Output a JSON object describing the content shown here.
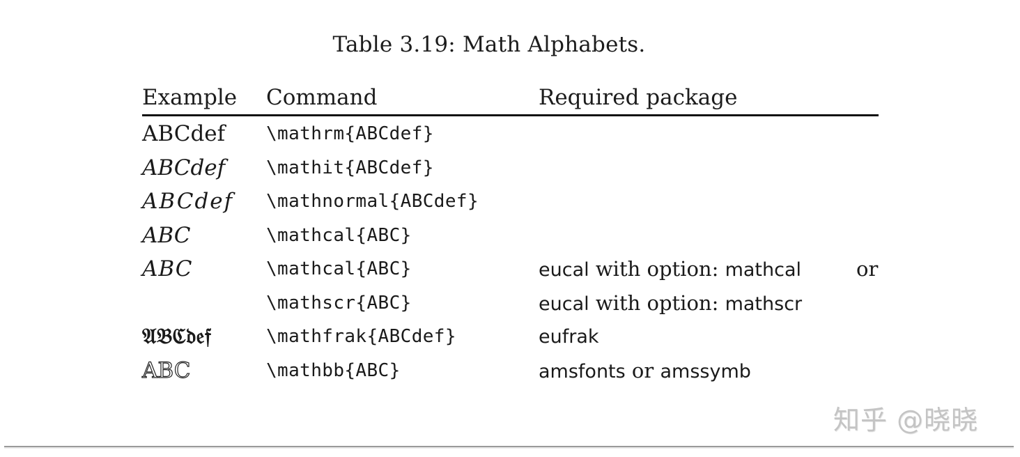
{
  "caption": "Table 3.19: Math Alphabets.",
  "table": {
    "headers": {
      "example": "Example",
      "command": "Command",
      "package": "Required package"
    },
    "rows": [
      {
        "example": "ABCdef",
        "example_style": "roman",
        "command": "\\mathrm{ABCdef}",
        "package": [],
        "trailing": ""
      },
      {
        "example": "ABCdef",
        "example_style": "text-italic",
        "command": "\\mathit{ABCdef}",
        "package": [],
        "trailing": ""
      },
      {
        "example": "ABCdef",
        "example_style": "math-italic",
        "command": "\\mathnormal{ABCdef}",
        "package": [],
        "trailing": ""
      },
      {
        "example": "ABC",
        "example_style": "calligraphic",
        "command": "\\mathcal{ABC}",
        "package": [],
        "trailing": ""
      },
      {
        "example": "ABC",
        "example_style": "euler-script",
        "command": "\\mathcal{ABC}",
        "package": [
          {
            "text": "eucal",
            "font": "sans"
          },
          {
            "text": " with option: ",
            "font": "serif"
          },
          {
            "text": "mathcal",
            "font": "sans"
          }
        ],
        "trailing": "or"
      },
      {
        "example": "",
        "example_style": "",
        "command": "\\mathscr{ABC}",
        "package": [
          {
            "text": "eucal",
            "font": "sans"
          },
          {
            "text": " with option: ",
            "font": "serif"
          },
          {
            "text": "mathscr",
            "font": "sans"
          }
        ],
        "trailing": ""
      },
      {
        "example": "𝔄𝔅ℭ𝔡𝔢𝔣",
        "example_style": "fraktur",
        "command": "\\mathfrak{ABCdef}",
        "package": [
          {
            "text": "eufrak",
            "font": "sans"
          }
        ],
        "trailing": ""
      },
      {
        "example": "ABC",
        "example_style": "blackboard",
        "command": "\\mathbb{ABC}",
        "package": [
          {
            "text": "amsfonts",
            "font": "sans"
          },
          {
            "text": " or ",
            "font": "serif"
          },
          {
            "text": "amssymb",
            "font": "sans"
          }
        ],
        "trailing": ""
      }
    ]
  },
  "watermark": "知乎 @晓晓"
}
